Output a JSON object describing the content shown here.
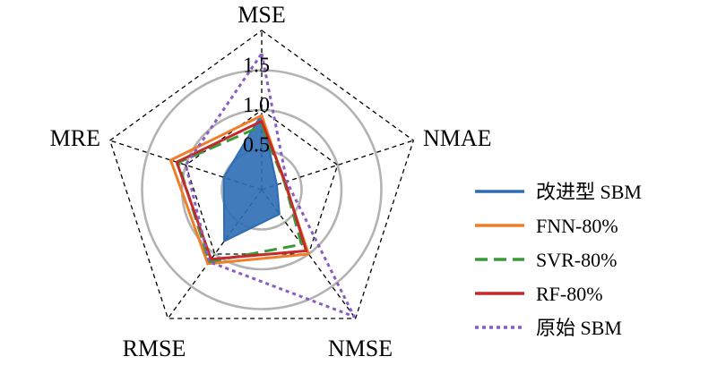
{
  "chart_data": {
    "type": "radar",
    "axes": [
      "MSE",
      "NMAE",
      "NMSE",
      "RMSE",
      "MRE"
    ],
    "rticks": [
      0.5,
      1.0,
      1.5
    ],
    "rtick_labels": [
      "0.5",
      "1.0",
      "1.5"
    ],
    "rmax": 2.0,
    "grid": true,
    "legend_position": "right",
    "series": [
      {
        "name": "改进型 SBM",
        "color": "#2e6db4",
        "style": "solid-fill",
        "values": [
          0.95,
          0.2,
          0.38,
          0.8,
          0.5
        ]
      },
      {
        "name": "FNN-80%",
        "color": "#f07d2a",
        "style": "solid",
        "values": [
          0.93,
          0.3,
          1.0,
          1.15,
          1.2
        ]
      },
      {
        "name": "SVR-80%",
        "color": "#3a9a3a",
        "style": "dashed",
        "values": [
          0.8,
          0.3,
          0.85,
          1.12,
          1.1
        ]
      },
      {
        "name": "RF-80%",
        "color": "#c32a2a",
        "style": "solid",
        "values": [
          0.86,
          0.31,
          0.95,
          1.08,
          1.12
        ]
      },
      {
        "name": "原始 SBM",
        "color": "#8a5cc4",
        "style": "dotted",
        "values": [
          1.71,
          0.33,
          1.97,
          1.12,
          1.0
        ]
      }
    ]
  }
}
